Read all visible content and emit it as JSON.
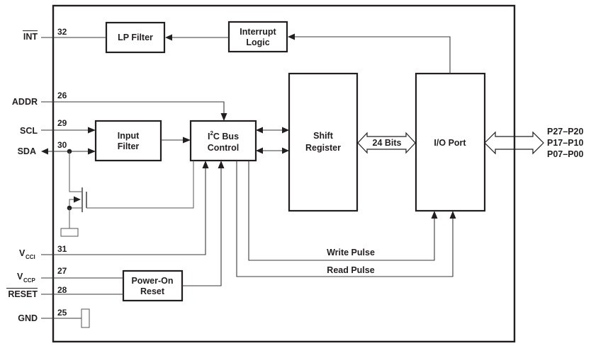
{
  "diagram": {
    "type": "block-diagram",
    "title": "",
    "pins": [
      {
        "name": "INT",
        "number": "32",
        "active_low": true
      },
      {
        "name": "ADDR",
        "number": "26",
        "active_low": false
      },
      {
        "name": "SCL",
        "number": "29",
        "active_low": false
      },
      {
        "name": "SDA",
        "number": "30",
        "active_low": false
      },
      {
        "name": "V",
        "subscript": "CCI",
        "number": "31",
        "active_low": false
      },
      {
        "name": "V",
        "subscript": "CCP",
        "number": "27",
        "active_low": false
      },
      {
        "name": "RESET",
        "number": "28",
        "active_low": true
      },
      {
        "name": "GND",
        "number": "25",
        "active_low": false
      }
    ],
    "blocks": {
      "lp_filter": [
        "LP Filter"
      ],
      "interrupt_logic": [
        "Interrupt",
        "Logic"
      ],
      "input_filter": [
        "Input",
        "Filter"
      ],
      "i2c_bus_control": {
        "line1_prefix": "I",
        "superscript": "2",
        "line1_suffix": "C Bus",
        "line2": "Control"
      },
      "shift_register": [
        "Shift",
        "Register"
      ],
      "io_port": [
        "I/O Port"
      ],
      "power_on_reset": [
        "Power-On",
        "Reset"
      ]
    },
    "bus_labels": {
      "internal_bus": "24 Bits",
      "port_lines": [
        "P27–P20",
        "P17–P10",
        "P07–P00"
      ]
    },
    "signal_labels": {
      "write_pulse": "Write Pulse",
      "read_pulse": "Read Pulse"
    }
  }
}
